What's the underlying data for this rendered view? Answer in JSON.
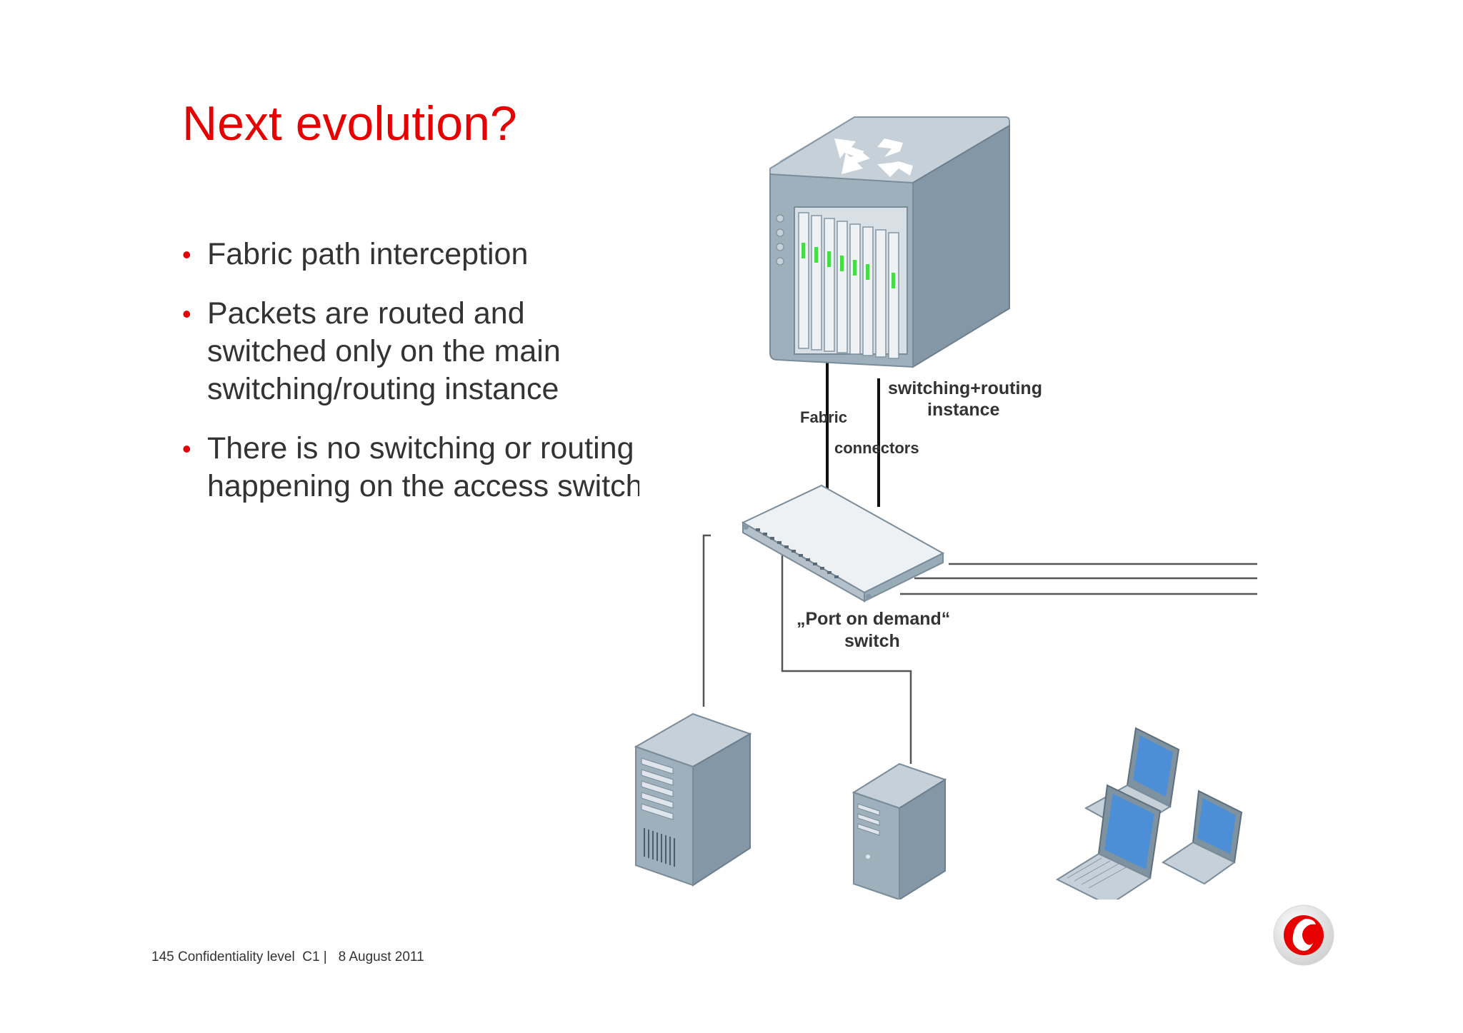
{
  "slide": {
    "title": "Next evolution?",
    "bullets": [
      "Fabric path interception",
      "Packets are routed and\nswitched only on the main\nswitching/routing instance",
      "There is no switching or routing\nhappening on the access switch"
    ]
  },
  "diagram": {
    "labels": {
      "fabric": "Fabric",
      "connectors": "connectors",
      "instance_line1": "switching+routing",
      "instance_line2": "instance",
      "access_line1": "„Port on demand“",
      "access_line2": "switch"
    }
  },
  "footer": {
    "text": "145 Confidentiality level  C1 |   8 August 2011"
  },
  "colors": {
    "accent": "#e60000",
    "text": "#333333",
    "device_body": "#8a9ba8",
    "device_light": "#c5d0d8",
    "led_green": "#44dd44",
    "screen_blue": "#4d8fd6"
  }
}
